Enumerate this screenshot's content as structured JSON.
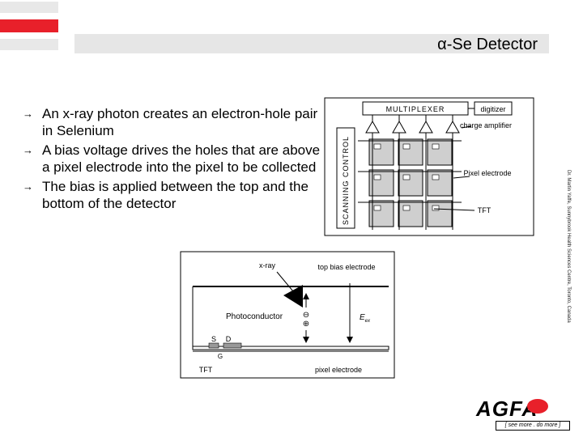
{
  "title": "α-Se Detector",
  "bullets": [
    "An x-ray photon creates an electron-hole pair in Selenium",
    "A bias voltage drives the holes that are above a pixel electrode into the pixel to be collected",
    "The bias is applied between the top and the bottom of the detector"
  ],
  "bullet_marker": "→",
  "array_diagram": {
    "multiplexer": "MULTIPLEXER",
    "digitizer": "digitizer",
    "charge_amplifier": "charge amplifier",
    "scanning_control": "SCANNING CONTROL",
    "pixel_electrode": "Pixel electrode",
    "tft": "TFT"
  },
  "cross_section": {
    "xray": "x-ray",
    "top_bias": "top bias electrode",
    "photoconductor": "Photoconductor",
    "e_field": "E",
    "e_sub": "ex",
    "source": "S",
    "drain": "D",
    "gate": "G",
    "tft": "TFT",
    "pixel_electrode": "pixel electrode",
    "minus": "⊖",
    "plus": "⊕"
  },
  "credit": "Dr. Martin Yaffe, Sunnybrook Health Sciences Centre, Toronto, Canada",
  "logo": {
    "name": "AGFA",
    "tagline": "[ see more . do more ]"
  },
  "colors": {
    "accent": "#e8202a",
    "stripe": "#e8e8e8",
    "title_bar": "#e6e6e6"
  }
}
